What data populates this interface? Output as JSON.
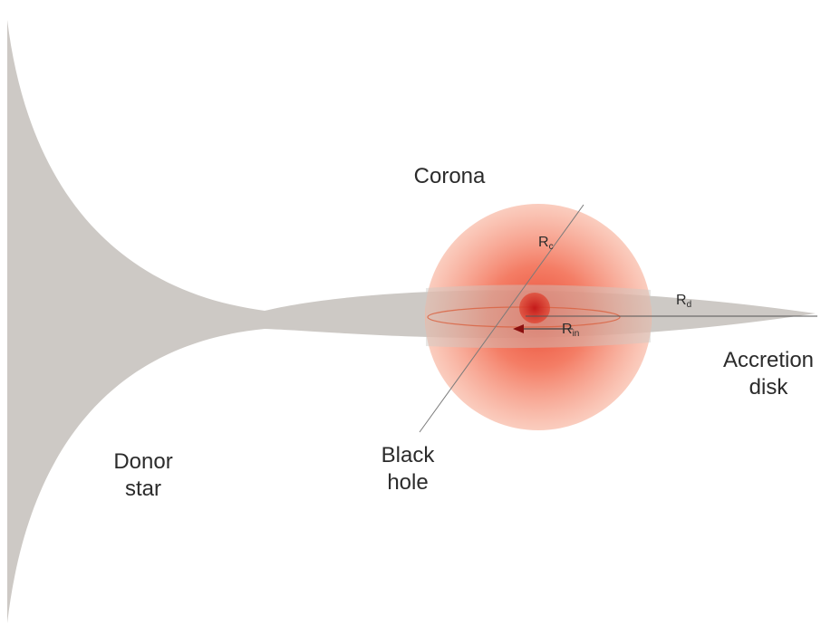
{
  "labels": {
    "corona": "Corona",
    "accretion_disk_line1": "Accretion",
    "accretion_disk_line2": "disk",
    "black_hole_line1": "Black",
    "black_hole_line2": "hole",
    "donor_star_line1": "Donor",
    "donor_star_line2": "star"
  },
  "radii": {
    "corona": {
      "symbol": "R",
      "subscript": "c"
    },
    "disk": {
      "symbol": "R",
      "subscript": "d"
    },
    "inner": {
      "symbol": "R",
      "subscript": "in"
    }
  },
  "colors": {
    "disk_fill": "#cdc9c5",
    "corona_center": "#e8412a",
    "corona_edge": "#f7a88e",
    "black_hole": "#b01818",
    "line": "#666666"
  }
}
